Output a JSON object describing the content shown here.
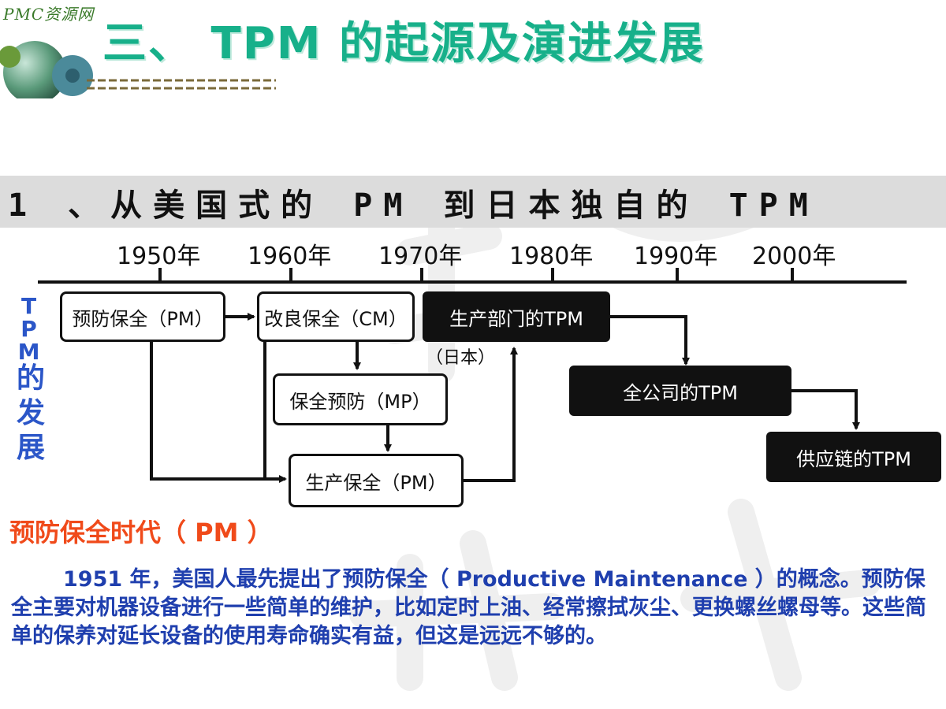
{
  "header": {
    "logo_text": "PMC资源网",
    "title": "三、 TPM 的起源及演进发展"
  },
  "section_banner": "1 、从美国式的 PM 到日本独自的 TPM",
  "timeline": {
    "years": [
      "1950年",
      "1960年",
      "1970年",
      "1980年",
      "1990年",
      "2000年"
    ]
  },
  "nodes": {
    "pm": "预防保全（PM）",
    "cm": "改良保全（CM）",
    "mp": "保全预防（MP）",
    "prod_pm": "生产保全（PM）",
    "dept_tpm": "生产部门的TPM",
    "japan_note": "（日本）",
    "company_tpm": "全公司的TPM",
    "supply_tpm": "供应链的TPM"
  },
  "side_label": {
    "tpm": "TPM",
    "rest": "的发展"
  },
  "section_heading": "预防保全时代（ PM ）",
  "paragraph": "1951 年，美国人最先提出了预防保全（ Productive Maintenance ）的概念。预防保全主要对机器设备进行一些简单的维护，比如定时上油、经常擦拭灰尘、更换螺丝螺母等。这些简单的保养对延长设备的使用寿命确实有益，但这是远远不够的。",
  "colors": {
    "title": "#17b08a",
    "side_label": "#2b56c8",
    "section_heading": "#f04a1a",
    "paragraph": "#1f3fae"
  }
}
